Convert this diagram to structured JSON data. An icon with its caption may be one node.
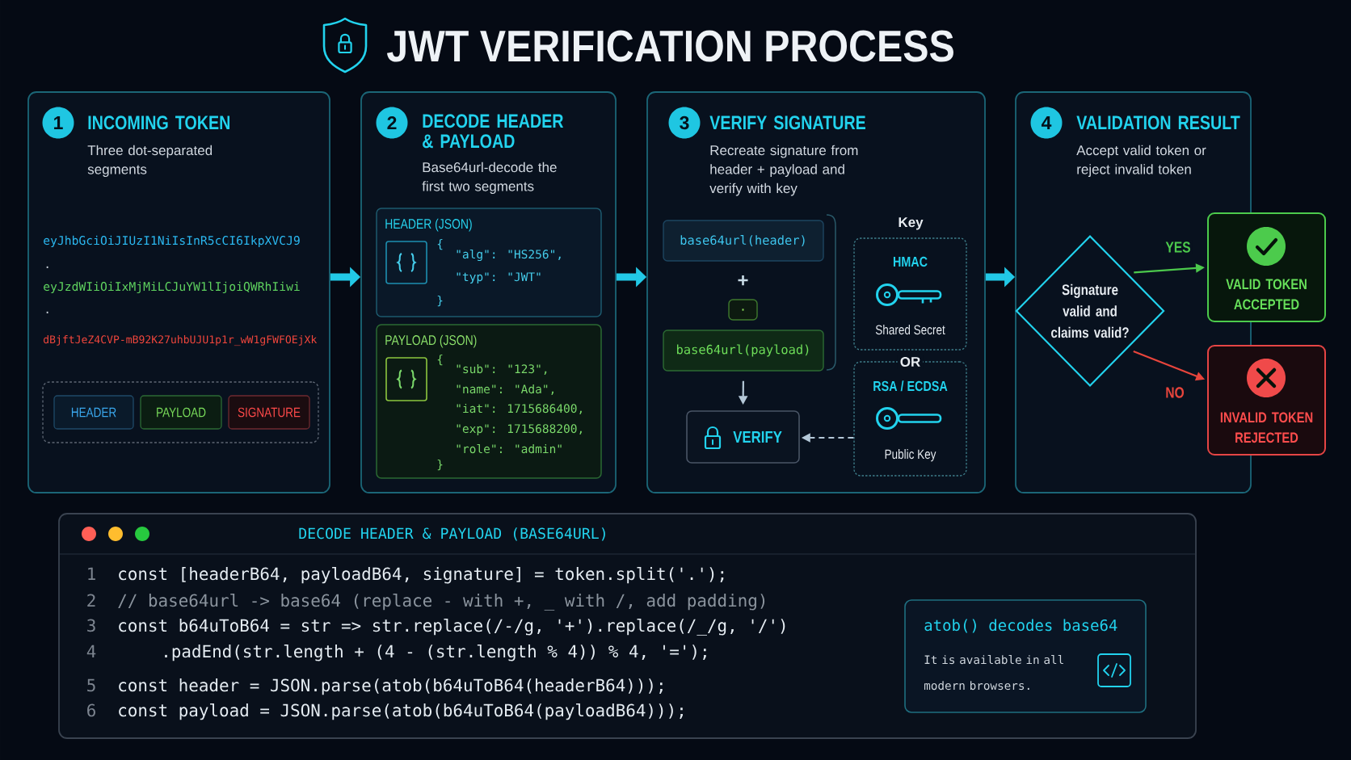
{
  "diagram": {
    "title": "JWT VERIFICATION PROCESS",
    "nodes": [
      {
        "text": [
          "INCOMING TOKEN",
          "Three dot-separated segments"
        ]
      },
      {
        "text": [
          "1"
        ],
        "in": 0
      },
      {
        "text": [],
        "shape": "box",
        "in": 0
      },
      {
        "text": [
          "HEADER"
        ],
        "in": 2
      },
      {
        "text": [
          "PAYLOAD"
        ],
        "in": 2
      },
      {
        "text": [
          "SIGNATURE"
        ],
        "in": 2
      },
      {
        "text": [
          "DECODE HEADER & PAYLOAD",
          "Base64url-decode the first two segments"
        ]
      },
      {
        "text": [
          "2"
        ],
        "in": 6
      },
      {
        "text": [
          "HEADER (JSON)",
          "{",
          "\"alg\": \"HS256\",",
          "\"typ\": \"JWT\"",
          "}"
        ],
        "in": 6
      },
      {
        "text": [
          "PAYLOAD (JSON)",
          "{",
          "\"sub\": \"123\",",
          "\"name\": \"Ada\",",
          "\"iat\": 1715686400,",
          "\"exp\": 1715688200,",
          "\"role\": \"admin\"",
          "}"
        ],
        "in": 6
      },
      {
        "text": [
          "VERIFY SIGNATURE",
          "Recreate signature from header + payload and verify with key"
        ]
      },
      {
        "text": [
          "3"
        ],
        "in": 10
      },
      {
        "text": [
          "base64url(header)"
        ],
        "in": 10
      },
      {
        "text": [
          "."
        ],
        "in": 10
      },
      {
        "text": [
          "base64url(payload)"
        ],
        "in": 10
      },
      {
        "text": [
          "VERIFY"
        ],
        "in": 10
      },
      {
        "text": [
          "HMAC",
          "Shared Secret"
        ],
        "in": 10
      },
      {
        "text": [
          "RSA / ECDSA",
          "Public Key"
        ],
        "in": 10
      },
      {
        "text": [
          "VALIDATION RESULT",
          "Accept valid token or reject invalid token"
        ]
      },
      {
        "text": [
          "4"
        ],
        "in": 18
      },
      {
        "text": [
          "Signature valid and claims valid?"
        ],
        "in": 18
      },
      {
        "text": [
          "VALID TOKEN ACCEPTED"
        ]
      },
      {
        "text": [
          "INVALID TOKEN REJECTED"
        ]
      },
      {
        "text": [
          "DECODE HEADER & PAYLOAD (BASE64URL)",
          "1",
          "const [headerB64, payloadB64, signature] = token.split('.');",
          "2",
          "// base64url -> base64 (replace - with +, _ with /, add padding)",
          "3",
          "const b64uToB64 = str => str.replace(/-/g, '+').replace(/_/g, '/')",
          "4",
          ".padEnd(str.length + (4 - (str.length % 4)) % 4, '=');",
          "5",
          "const header = JSON.parse(atob(b64uToB64(headerB64)));",
          "6",
          "const payload = JSON.parse(atob(b64uToB64(payloadB64)));"
        ]
      },
      {
        "text": [
          "atob() decodes base64",
          "It is available in all modern browsers."
        ],
        "in": 23
      }
    ],
    "edges": [
      {
        "from": 0,
        "to": 6,
        "arrow": "to",
        "style": "thick"
      },
      {
        "from": 6,
        "to": 10,
        "arrow": "to",
        "style": "thick"
      },
      {
        "from": 10,
        "to": 18,
        "arrow": "to",
        "style": "thick"
      },
      {
        "from": 14,
        "to": 15,
        "arrow": "to",
        "color": "#b4c8d8"
      },
      {
        "from": 17,
        "to": 15,
        "arrow": "to",
        "style": "dashed",
        "color": "#b4c8d8"
      },
      {
        "from": 20,
        "to": 21,
        "arrow": "to",
        "label": "YES",
        "color": "#4cc94c"
      },
      {
        "from": 20,
        "to": 22,
        "arrow": "to",
        "label": "NO",
        "color": "#e8453c"
      }
    ],
    "labels": [
      "eyJhbGciOiJIUzI1NiIsInR5cCI6IkpXVCJ9",
      ".",
      "eyJzdWIiOiIxMjMiLCJuYW1lIjoiQWRhIiwi",
      ".",
      "dBjftJeZ4CVP-mB92K27uhbUJU1p1r_wW1gFWFOEjXk",
      "+",
      "Key",
      "OR"
    ]
  }
}
